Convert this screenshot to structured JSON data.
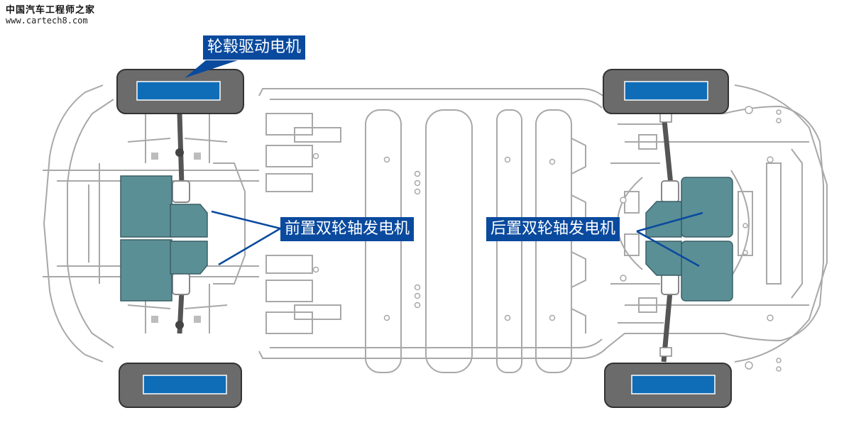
{
  "watermark": {
    "site_name": "中国汽车工程师之家",
    "url": "www.cartech8.com"
  },
  "labels": {
    "hub_motor": "轮毂驱动电机",
    "front_motor": "前置双轮轴发电机",
    "rear_motor": "后置双轮轴发电机"
  },
  "colors": {
    "label_bg": "#0a4a9e",
    "label_text": "#ffffff",
    "motor": "#5b8f96",
    "tire": "#6b6b6b",
    "hub": "#0f6cb6",
    "frame": "#a8a8a8"
  }
}
